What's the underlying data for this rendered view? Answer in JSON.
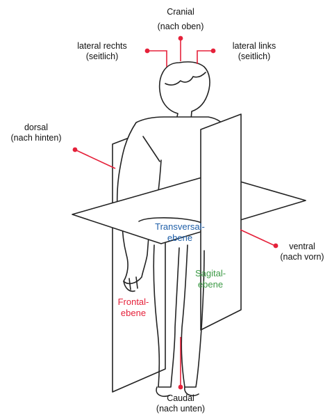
{
  "labels": {
    "cranial": {
      "title": "Cranial",
      "sub": "(nach oben)"
    },
    "lateral_rechts": {
      "title": "lateral rechts",
      "sub": "(seitlich)"
    },
    "lateral_links": {
      "title": "lateral links",
      "sub": "(seitlich)"
    },
    "dorsal": {
      "title": "dorsal",
      "sub": "(nach hinten)"
    },
    "ventral": {
      "title": "ventral",
      "sub": "(nach vorn)"
    },
    "caudal": {
      "title": "Caudal",
      "sub": "(nach unten)"
    }
  },
  "planes": {
    "transversal": {
      "line1": "Transversal-",
      "line2": "ebene"
    },
    "sagital": {
      "line1": "Sagital-",
      "line2": "ebene"
    },
    "frontal": {
      "line1": "Frontal-",
      "line2": "ebene"
    }
  },
  "colors": {
    "pointer": "#e5213a",
    "transversal": "#1f5fa8",
    "sagital": "#3c9a45",
    "frontal": "#e5213a"
  }
}
